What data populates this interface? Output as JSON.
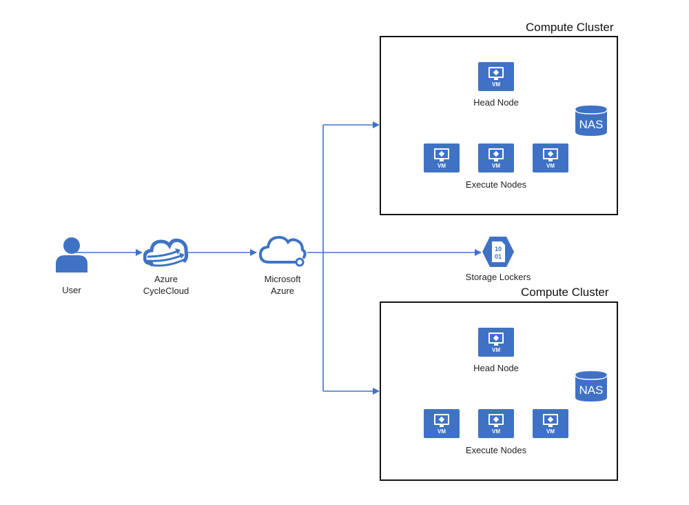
{
  "colors": {
    "accent": "#3f72c4",
    "line": "#3f72c4",
    "border": "#111111"
  },
  "user": {
    "label": "User",
    "icon": "user-icon"
  },
  "cyclecloud": {
    "label": "Azure\nCycleCloud",
    "icon": "cyclecloud-icon"
  },
  "azure": {
    "label": "Microsoft\nAzure",
    "icon": "azure-cloud-icon"
  },
  "storage": {
    "label": "Storage Lockers",
    "glyph": "10\n01",
    "icon": "storage-locker-icon"
  },
  "clusters": [
    {
      "title": "Compute Cluster",
      "head_label": "Head Node",
      "exec_label": "Execute Nodes",
      "nas_label": "NAS",
      "vm_label": "VM"
    },
    {
      "title": "Compute Cluster",
      "head_label": "Head Node",
      "exec_label": "Execute Nodes",
      "nas_label": "NAS",
      "vm_label": "VM"
    }
  ]
}
